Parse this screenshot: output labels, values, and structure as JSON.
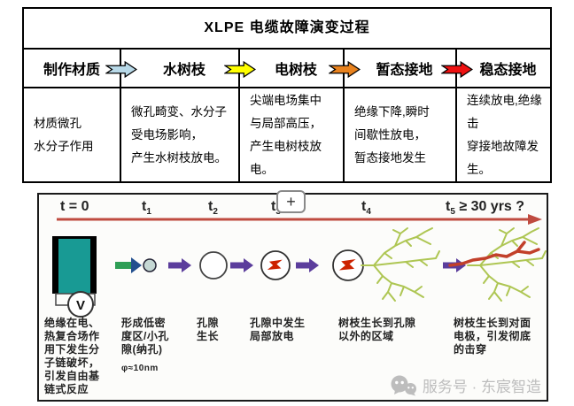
{
  "table": {
    "title": "XLPE 电缆故障演变过程",
    "stages": [
      {
        "label": "制作材质",
        "desc": "材质微孔\n水分子作用"
      },
      {
        "label": "水树枝",
        "arrow_color": "#b8d9e8",
        "desc": "微孔畸变、水分子\n受电场影响，\n产生水树枝放电。"
      },
      {
        "label": "电树枝",
        "arrow_color": "#ffff00",
        "desc": "尖端电场集中\n与局部高压，\n产生电树枝放\n电。"
      },
      {
        "label": "暂态接地",
        "arrow_color": "#e8821e",
        "desc": "绝缘下降,瞬时\n间歇性放电，\n暂态接地发生"
      },
      {
        "label": "稳态接地",
        "arrow_color": "#ee1111",
        "desc": "连续放电,绝缘击\n穿接地故障发生。"
      }
    ]
  },
  "diagram": {
    "timeline": {
      "t0": "t = 0",
      "marks": [
        {
          "base": "t",
          "sub": "1"
        },
        {
          "base": "t",
          "sub": "2"
        },
        {
          "base": "t",
          "sub": "3"
        },
        {
          "base": "t",
          "sub": "4"
        }
      ],
      "t5": {
        "base": "t",
        "sub": "5",
        "suffix": " ≥ 30 yrs ?"
      },
      "arrow_color": "#bf4b40"
    },
    "zoom_button_label": "+",
    "voltmeter_label": "V",
    "captions": [
      "绝缘在电、\n热复合场作\n用下发生分\n子链破坏，\n引发自由基\n链式反应",
      "形成低密\n度区/小孔\n隙(纳孔)",
      "孔隙\n生长",
      "孔隙中发生\n局部放电",
      "树枝生长到孔隙\n以外的区域",
      "树枝生长到对面\n电极，引发彻底\n的击穿"
    ],
    "pore_size_note": "φ≈10nm",
    "colors": {
      "electrode_teal": "#189a94",
      "tree_green": "#aec653",
      "breakdown_red": "#c2402a",
      "step_arrow_purple": "#5b3d9c",
      "step_arrow_green": "#2e9e55",
      "step_arrow_green_head": "#224f8e",
      "bolt_red": "#cc2200"
    }
  },
  "watermark": {
    "text": "服务号 · 东宸智造"
  }
}
